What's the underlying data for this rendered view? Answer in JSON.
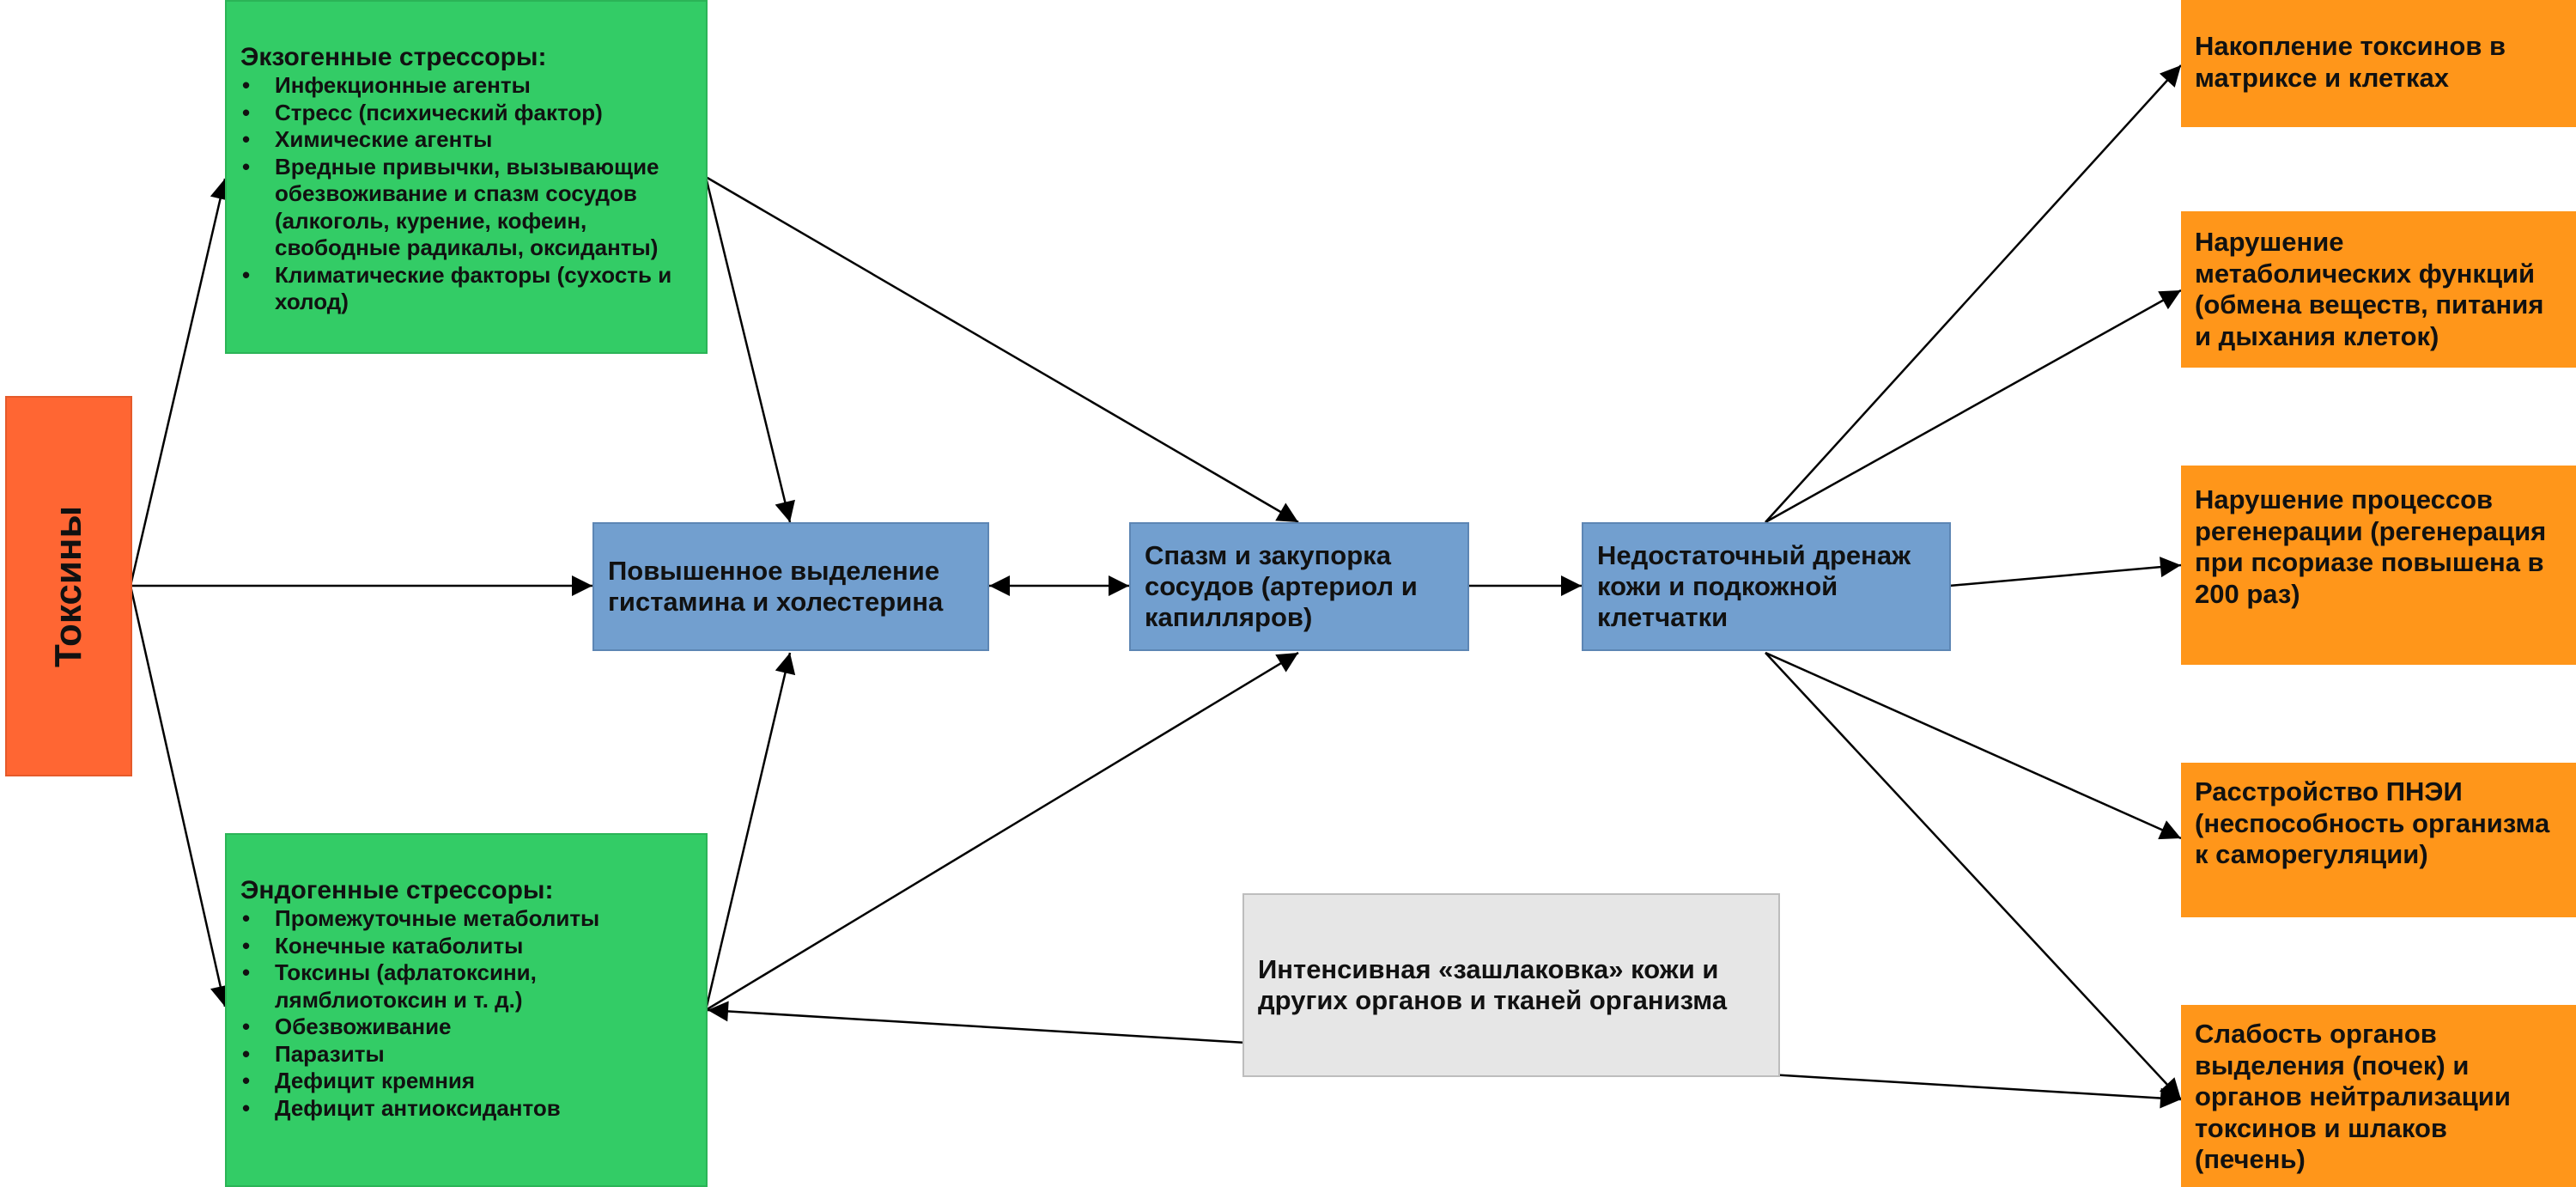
{
  "toxins": {
    "label": "Токсины"
  },
  "exogenous": {
    "title": "Экзогенные стрессоры:",
    "items": [
      "Инфекционные агенты",
      "Стресс (психический фактор)",
      "Химические агенты",
      "Вредные привычки, вызывающие обезвоживание и спазм сосудов (алкоголь, курение, кофеин, свободные радикалы, оксиданты)",
      "Климатические факторы (сухость и холод)"
    ]
  },
  "endogenous": {
    "title": "Эндогенные стрессоры:",
    "items": [
      "Промежуточные метаболиты",
      "Конечные катаболиты",
      "Токсины (афлатоксини, лямблиотоксин и т. д.)",
      "Обезвоживание",
      "Паразиты",
      "Дефицит кремния",
      "Дефицит антиоксидантов"
    ]
  },
  "histamine": {
    "label": "Повышенное выделение гистамина и холестерина"
  },
  "spasm": {
    "label": "Спазм и закупорка сосудов (артериол и капилляров)"
  },
  "drainage": {
    "label": "Недостаточный дренаж кожи и подкожной клетчатки"
  },
  "slagging": {
    "label": "Интенсивная «зашлаковка» кожи и других органов и тканей организма"
  },
  "outcomes": [
    {
      "label": "Накопление токсинов в матриксе и клетках"
    },
    {
      "label": "Нарушение метаболических функций (обмена веществ, питания и дыхания клеток)"
    },
    {
      "label": "Нарушение процессов регенерации (регенерация при псориазе повышена в 200 раз)"
    },
    {
      "label": "Расстройство ПНЭИ (неспособность организма к саморегуляции)"
    },
    {
      "label": "Слабость органов выделения (почек) и органов нейтрализации токсинов и шлаков (печень)"
    }
  ],
  "colors": {
    "toxins": "#ff6633",
    "stressors": "#33cc66",
    "process": "#729fcf",
    "outcome": "#ff961a",
    "note": "#e6e6e6",
    "arrow": "#000000"
  }
}
